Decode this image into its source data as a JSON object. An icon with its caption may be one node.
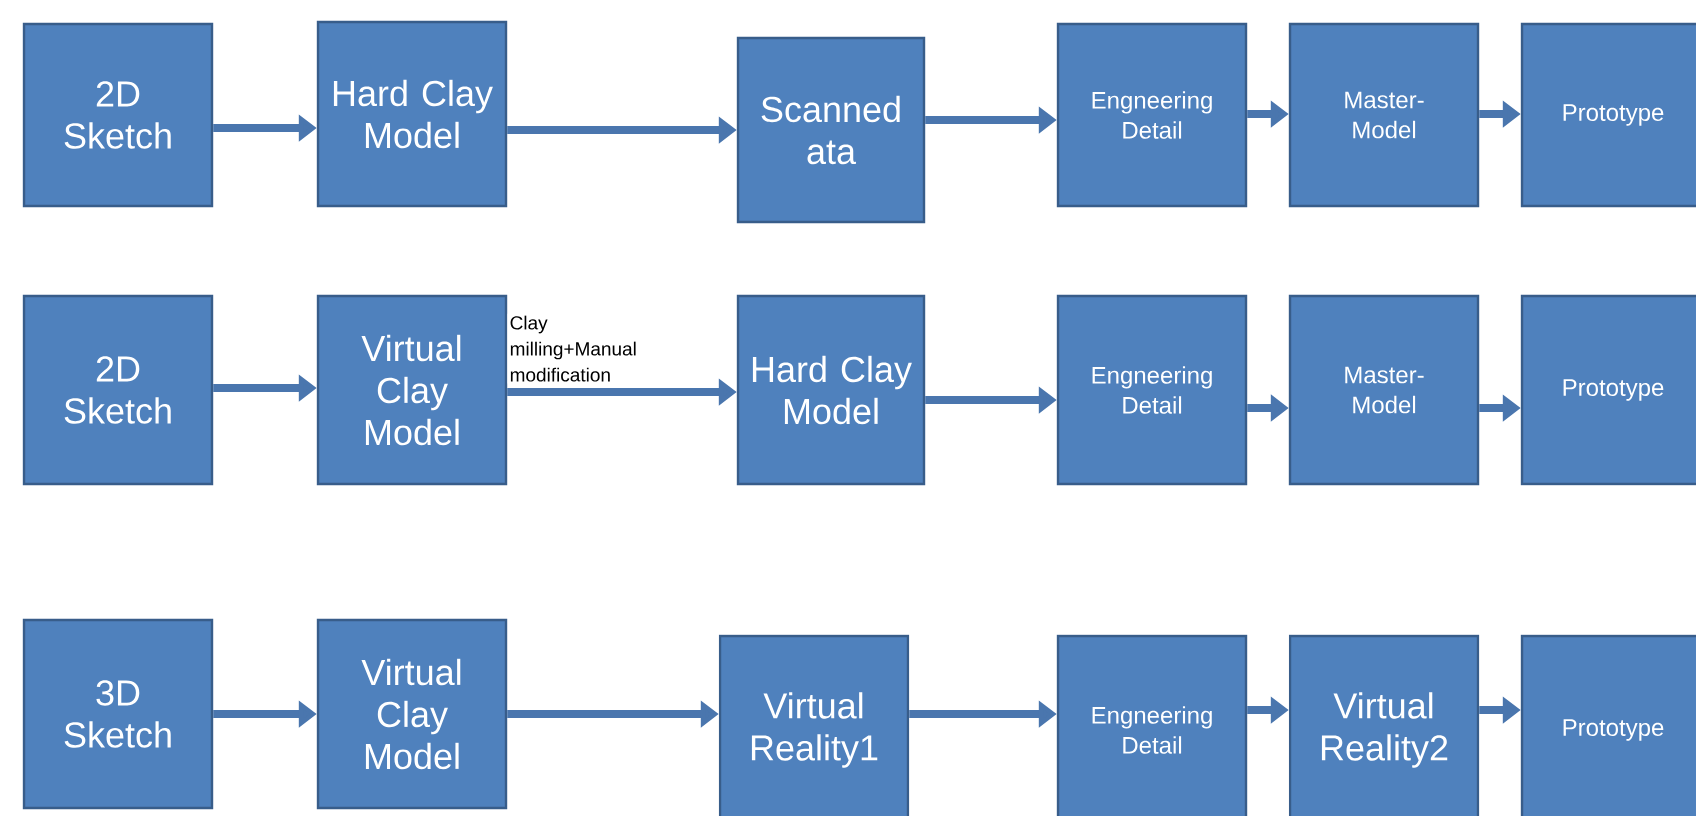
{
  "diagram": {
    "nodes": [
      {
        "text": [
          "2D Sketch"
        ]
      },
      {
        "text": [
          "Hard Clay Model"
        ]
      },
      {
        "text": [
          "Scanned ata"
        ]
      },
      {
        "text": [
          "Engneering Detail"
        ]
      },
      {
        "text": [
          "Master-Model"
        ]
      },
      {
        "text": [
          "Prototype"
        ]
      },
      {
        "text": [
          "2D Sketch"
        ]
      },
      {
        "text": [
          "Virtual Clay Model"
        ]
      },
      {
        "text": [
          "Hard Clay Model"
        ]
      },
      {
        "text": [
          "Engneering Detail"
        ]
      },
      {
        "text": [
          "Master-Model"
        ]
      },
      {
        "text": [
          "Prototype"
        ]
      },
      {
        "text": [
          "3D Sketch"
        ]
      },
      {
        "text": [
          "Virtual Clay Model"
        ]
      },
      {
        "text": [
          "Virtual Reality1"
        ]
      },
      {
        "text": [
          "Engneering Detail"
        ]
      },
      {
        "text": [
          "Virtual Reality2"
        ]
      },
      {
        "text": [
          "Prototype"
        ]
      }
    ],
    "edges": [
      {
        "from": 0,
        "to": 1,
        "arrow": "to"
      },
      {
        "from": 1,
        "to": 2,
        "arrow": "to"
      },
      {
        "from": 2,
        "to": 3,
        "arrow": "to"
      },
      {
        "from": 3,
        "to": 4,
        "arrow": "to"
      },
      {
        "from": 4,
        "to": 5,
        "arrow": "to"
      },
      {
        "from": 6,
        "to": 7,
        "arrow": "to"
      },
      {
        "from": 7,
        "to": 8,
        "arrow": "to",
        "label": "Clay milling+Manual modification"
      },
      {
        "from": 8,
        "to": 9,
        "arrow": "to"
      },
      {
        "from": 9,
        "to": 10,
        "arrow": "to"
      },
      {
        "from": 10,
        "to": 11,
        "arrow": "to"
      },
      {
        "from": 12,
        "to": 13,
        "arrow": "to"
      },
      {
        "from": 13,
        "to": 14,
        "arrow": "to"
      },
      {
        "from": 14,
        "to": 15,
        "arrow": "to"
      },
      {
        "from": 15,
        "to": 16,
        "arrow": "to"
      },
      {
        "from": 16,
        "to": 17,
        "arrow": "to"
      }
    ]
  }
}
